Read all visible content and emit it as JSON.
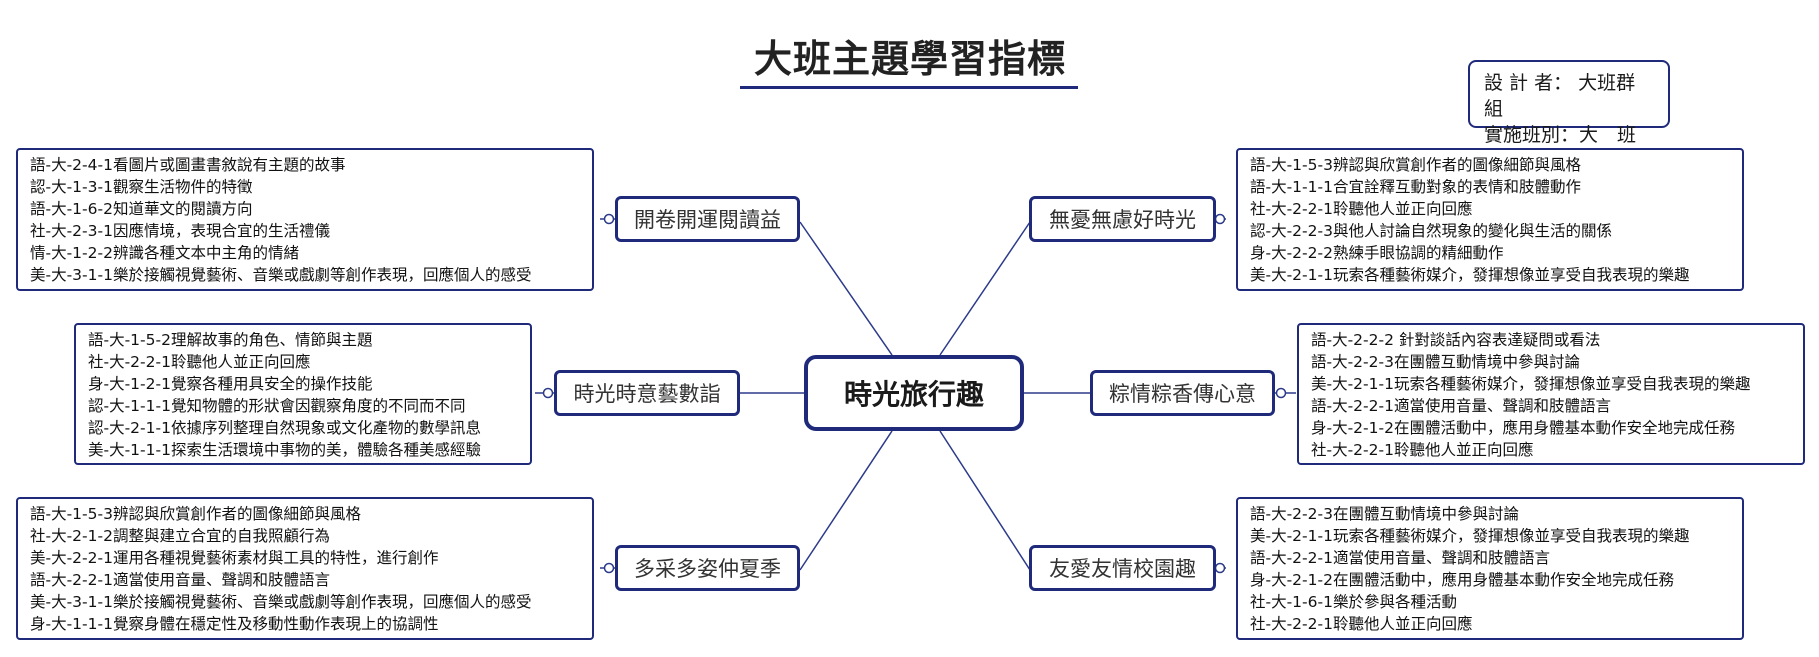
{
  "title": "大班主題學習指標",
  "designer": {
    "line1": "設 計 者： 大班群組",
    "line2": "實施班別：大　班"
  },
  "center": "時光旅行趣",
  "branches": {
    "tl": {
      "topic": "開卷開運閱讀益",
      "items": [
        "語-大-2-4-1看圖片或圖畫書敘說有主題的故事",
        "認-大-1-3-1觀察生活物件的特徵",
        "語-大-1-6-2知道華文的閱讀方向",
        "社-大-2-3-1因應情境，表現合宜的生活禮儀",
        "情-大-1-2-2辨識各種文本中主角的情緒",
        "美-大-3-1-1樂於接觸視覺藝術、音樂或戲劇等創作表現，回應個人的感受"
      ]
    },
    "ml": {
      "topic": "時光時意藝數詣",
      "items": [
        "語-大-1-5-2理解故事的角色、情節與主題",
        "社-大-2-2-1聆聽他人並正向回應",
        "身-大-1-2-1覺察各種用具安全的操作技能",
        "認-大-1-1-1覺知物體的形狀會因觀察角度的不同而不同",
        "認-大-2-1-1依據序列整理自然現象或文化產物的數學訊息",
        "美-大-1-1-1探索生活環境中事物的美，體驗各種美感經驗"
      ]
    },
    "bl": {
      "topic": "多采多姿仲夏季",
      "items": [
        "語-大-1-5-3辨認與欣賞創作者的圖像細節與風格",
        "社-大-2-1-2調整與建立合宜的自我照顧行為",
        "美-大-2-2-1運用各種視覺藝術素材與工具的特性，進行創作",
        "語-大-2-2-1適當使用音量、聲調和肢體語言",
        "美-大-3-1-1樂於接觸視覺藝術、音樂或戲劇等創作表現，回應個人的感受",
        "身-大-1-1-1覺察身體在穩定性及移動性動作表現上的協調性"
      ]
    },
    "tr": {
      "topic": "無憂無慮好時光",
      "items": [
        "語-大-1-5-3辨認與欣賞創作者的圖像細節與風格",
        "語-大-1-1-1合宜詮釋互動對象的表情和肢體動作",
        "社-大-2-2-1聆聽他人並正向回應",
        "認-大-2-2-3與他人討論自然現象的變化與生活的關係",
        "身-大-2-2-2熟練手眼協調的精細動作",
        "美-大-2-1-1玩索各種藝術媒介，發揮想像並享受自我表現的樂趣"
      ]
    },
    "mr": {
      "topic": "粽情粽香傳心意",
      "items": [
        "語-大-2-2-2 針對談話內容表達疑問或看法",
        "語-大-2-2-3在團體互動情境中參與討論",
        "美-大-2-1-1玩索各種藝術媒介，發揮想像並享受自我表現的樂趣",
        "語-大-2-2-1適當使用音量、聲調和肢體語言",
        "身-大-2-1-2在團體活動中，應用身體基本動作安全地完成任務",
        "社-大-2-2-1聆聽他人並正向回應"
      ]
    },
    "br": {
      "topic": "友愛友情校園趣",
      "items": [
        "語-大-2-2-3在團體互動情境中參與討論",
        "美-大-2-1-1玩索各種藝術媒介，發揮想像並享受自我表現的樂趣",
        "語-大-2-2-1適當使用音量、聲調和肢體語言",
        "身-大-2-1-2在團體活動中，應用身體基本動作安全地完成任務",
        "社-大-1-6-1樂於參與各種活動",
        "社-大-2-2-1聆聽他人並正向回應"
      ]
    }
  },
  "colors": {
    "border": "#1f2a7a",
    "line": "#2b3a8a"
  }
}
